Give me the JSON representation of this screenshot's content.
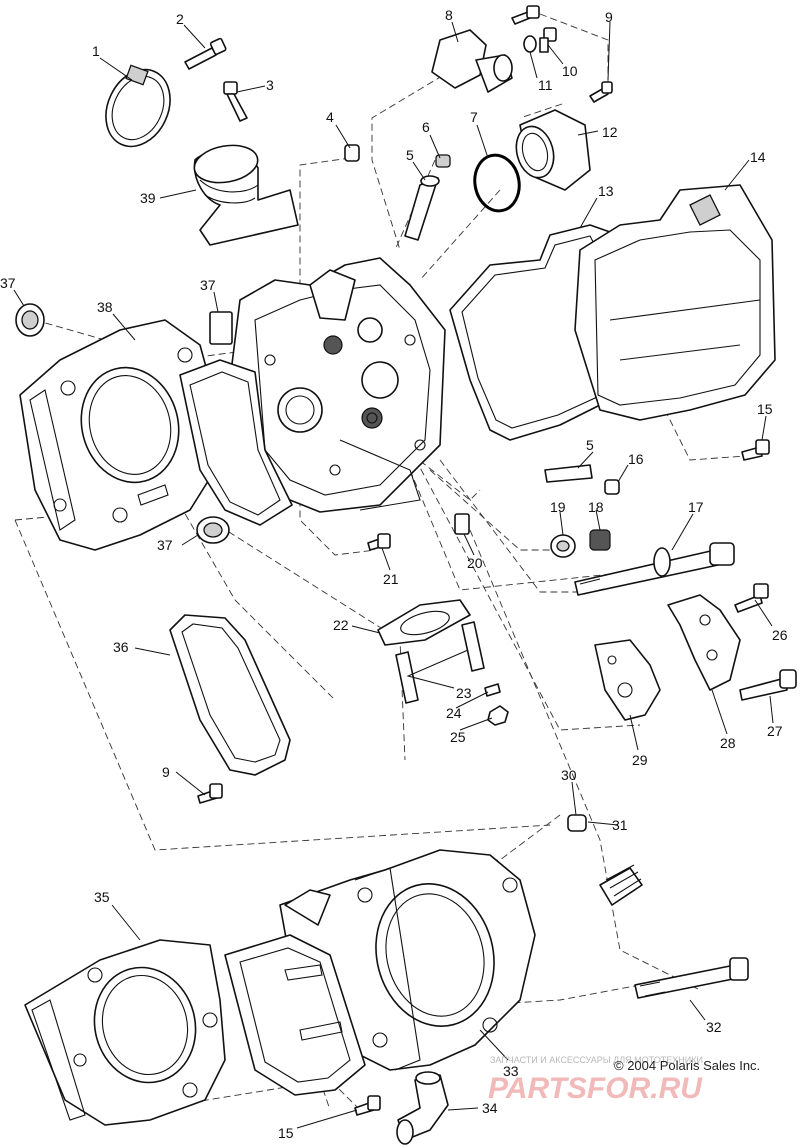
{
  "diagram": {
    "callouts": [
      "1",
      "2",
      "3",
      "4",
      "5",
      "6",
      "7",
      "8",
      "9",
      "10",
      "11",
      "12",
      "13",
      "14",
      "15",
      "16",
      "17",
      "18",
      "19",
      "20",
      "21",
      "22",
      "23",
      "24",
      "25",
      "26",
      "27",
      "28",
      "29",
      "30",
      "31",
      "32",
      "33",
      "34",
      "35",
      "36",
      "37",
      "38",
      "39"
    ],
    "labels": {
      "c1": "1",
      "c2": "2",
      "c3": "3",
      "c4": "4",
      "c5a": "5",
      "c5b": "5",
      "c6": "6",
      "c7": "7",
      "c8": "8",
      "c9a": "9",
      "c9b": "9",
      "c10": "10",
      "c11": "11",
      "c12": "12",
      "c13": "13",
      "c14": "14",
      "c15a": "15",
      "c15b": "15",
      "c16": "16",
      "c17": "17",
      "c18": "18",
      "c19": "19",
      "c20": "20",
      "c21": "21",
      "c22": "22",
      "c23": "23",
      "c24": "24",
      "c25": "25",
      "c26": "26",
      "c27": "27",
      "c28": "28",
      "c29": "29",
      "c30": "30",
      "c31": "31",
      "c32": "32",
      "c33": "33",
      "c34": "34",
      "c35": "35",
      "c36": "36",
      "c37a": "37",
      "c37b": "37",
      "c37c": "37",
      "c38": "38",
      "c39": "39"
    },
    "copyright": "© 2004 Polaris Sales Inc.",
    "watermark_small": "ЗАПЧАСТИ И АКСЕССУАРЫ ДЛЯ МОТОТЕХНИКИ",
    "watermark_big": "PARTSFOR.RU"
  }
}
